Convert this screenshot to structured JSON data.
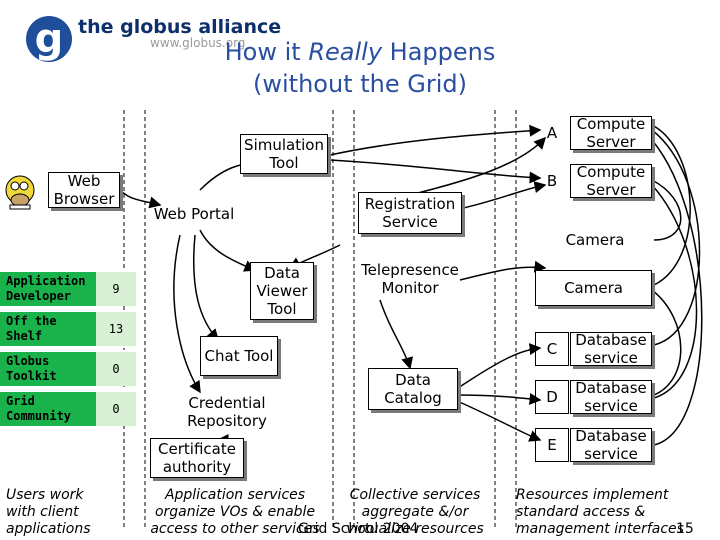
{
  "header": {
    "logo_letter": "g",
    "brand": "the globus alliance",
    "brand_url": "www.globus.org"
  },
  "title": {
    "line1_pre": "How it ",
    "line1_em": "Really",
    "line1_post": " Happens",
    "line2": "(without the Grid)"
  },
  "nodes": {
    "web_browser": "Web Browser",
    "simulation_tool": "Simulation Tool",
    "web_portal": "Web Portal",
    "registration_service": "Registration Service",
    "data_viewer_tool": "Data Viewer Tool",
    "telepresence_monitor": "Telepresence Monitor",
    "chat_tool": "Chat Tool",
    "credential_repository": "Credential Repository",
    "data_catalog": "Data Catalog",
    "certificate_authority": "Certificate authority"
  },
  "resources": [
    {
      "letter": "A",
      "label": "Compute Server"
    },
    {
      "letter": "B",
      "label": "Compute Server"
    },
    {
      "letter": "",
      "label": "Camera"
    },
    {
      "letter": "",
      "label": "Camera"
    },
    {
      "letter": "C",
      "label": "Database service"
    },
    {
      "letter": "D",
      "label": "Database service"
    },
    {
      "letter": "E",
      "label": "Database service"
    }
  ],
  "roles": [
    {
      "label": "Application Developer",
      "value": "9"
    },
    {
      "label": "Off the Shelf",
      "value": "13"
    },
    {
      "label": "Globus Toolkit",
      "value": "0"
    },
    {
      "label": "Grid Community",
      "value": "0"
    }
  ],
  "notes": {
    "users": "Users work with client applications",
    "apps": "Application services organize VOs & enable access to other services",
    "collective": "Collective services aggregate &/or virtualize resources",
    "resources": "Resources implement standard access & management interfaces"
  },
  "footer": {
    "event": "Grid School 2004",
    "page": "15"
  },
  "colors": {
    "title": "#2a4ea0",
    "role_green": "#19b24b",
    "role_value_bg": "#d8f0d4"
  }
}
